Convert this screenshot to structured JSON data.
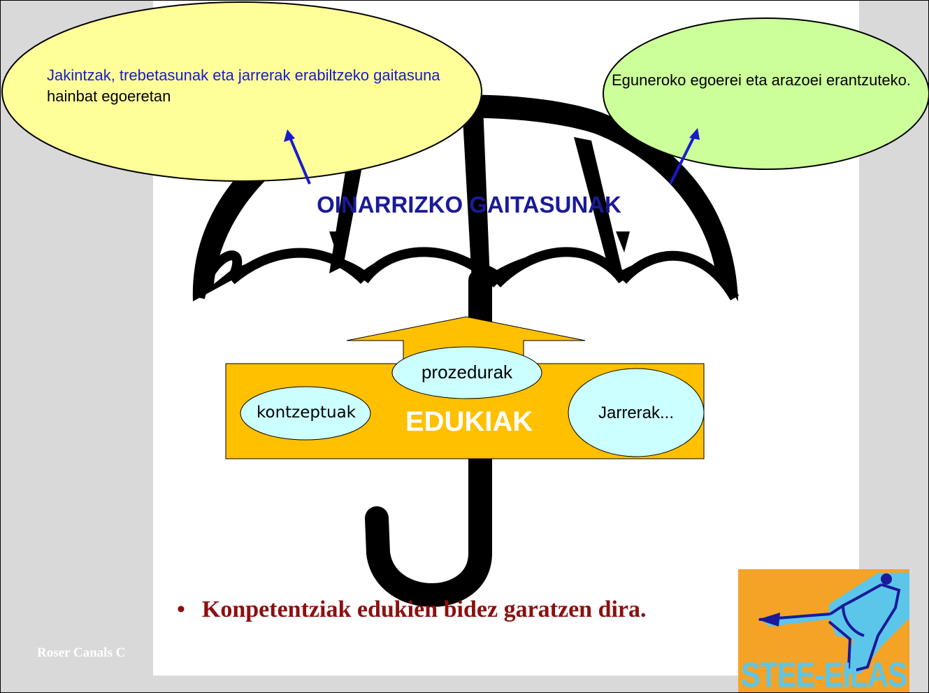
{
  "diagram": {
    "title": "OINARRIZKO GAITASUNAK",
    "left_bubble": {
      "text_blue": "Jakintzak, trebetasunak eta jarrerak erabiltzeko gaitasuna",
      "text_black": "hainbat egoeretan"
    },
    "right_bubble": {
      "text": "Eguneroko egoerei eta arazoei erantzuteko."
    },
    "contents_box": {
      "label": "EDUKIAK",
      "items": [
        "prozedurak",
        "kontzeptuak",
        "Jarrerak..."
      ]
    }
  },
  "bullet": {
    "symbol": "•",
    "text": "Konpetentziak edukien bidez garatzen dira."
  },
  "author": "Roser Canals C",
  "logo": {
    "text": "STEE-EILAS",
    "icon": "person-throwing-icon"
  },
  "colors": {
    "background": "#d9d9d9",
    "left_bubble": "#ffff99",
    "right_bubble": "#ccff99",
    "contents_box": "#ffc000",
    "item_bubbles": "#ccffff",
    "title": "#1a1a9a",
    "bullet_text": "#8b1010",
    "logo_bg": "#f4a326",
    "logo_text": "#5cc6ea"
  }
}
